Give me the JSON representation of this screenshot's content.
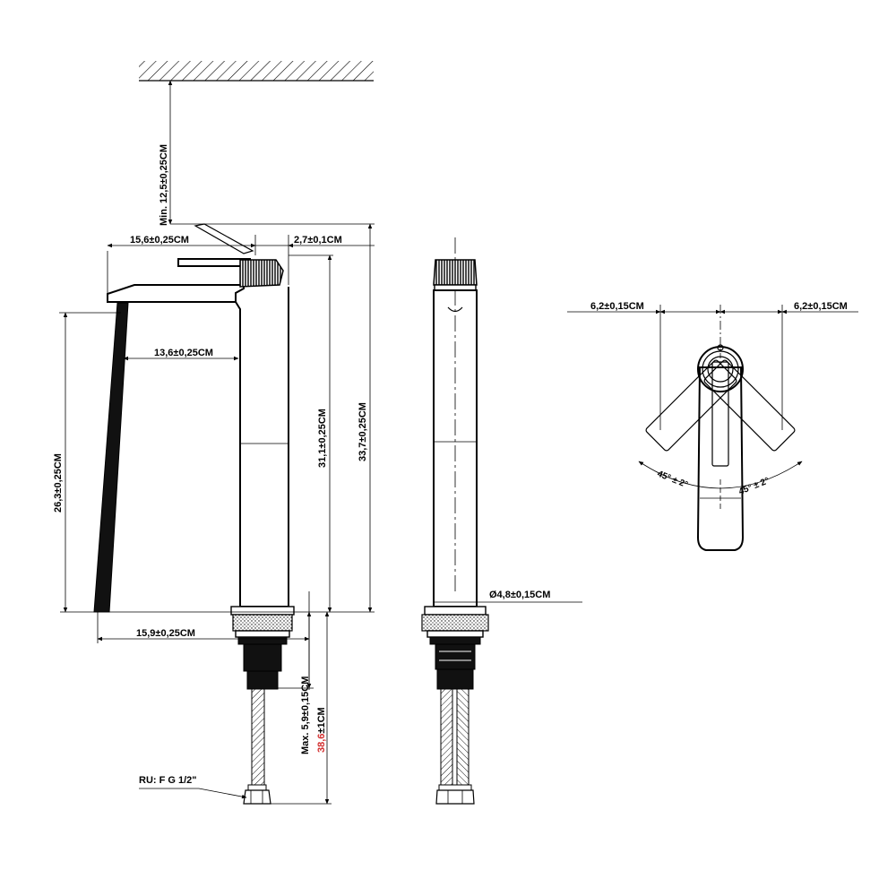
{
  "dimensions": {
    "clearance": "Min. 12,5±0,25CM",
    "spout_length": "15,6±0,25CM",
    "handle_offset": "2,7±0,1CM",
    "inner_reach": "13,6±0,25CM",
    "spout_height": "26,3±0,25CM",
    "body_height": "31,1±0,25CM",
    "total_height": "33,7±0,25CM",
    "base_reach": "15,9±0,25CM",
    "shank_length": "Max. 5,9±0,15CM",
    "hose_length_value": "38,6",
    "hose_length_unit": "±1CM",
    "diameter": "Ø4,8±0,15CM",
    "top_left_width": "6,2±0,15CM",
    "top_right_width": "6,2±0,15CM",
    "angle_left": "45° ± 2°",
    "angle_right": "45° ± 2°",
    "connector": "RU: F G 1/2\""
  },
  "colors": {
    "highlight": "#d32f2f"
  }
}
